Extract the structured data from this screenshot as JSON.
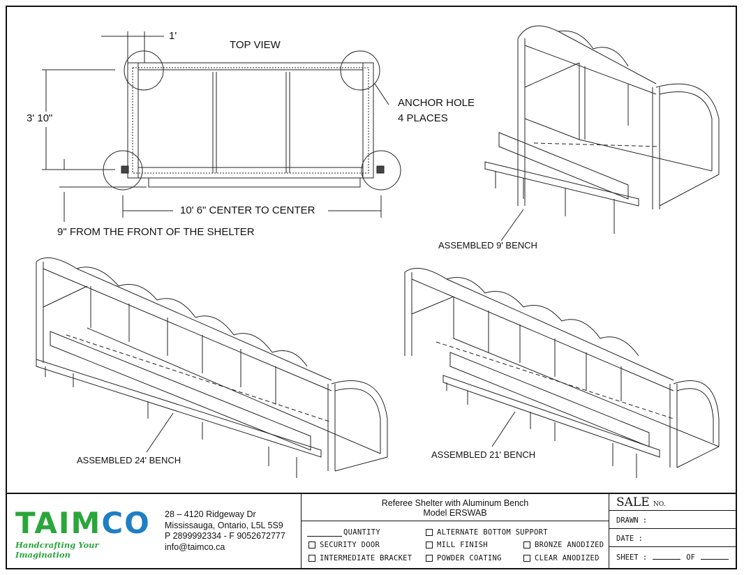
{
  "drawing": {
    "top_view": {
      "title": "TOP VIEW",
      "dim_post": "1'",
      "dim_depth": "3' 10\"",
      "dim_width": "10' 6\" CENTER TO CENTER",
      "dim_front": "9\" FROM THE FRONT OF THE SHELTER",
      "anchor_line1": "ANCHOR HOLE",
      "anchor_line2": "4 PLACES"
    },
    "views": {
      "bench_9": "ASSEMBLED 9' BENCH",
      "bench_24": "ASSEMBLED 24' BENCH",
      "bench_21": "ASSEMBLED 21' BENCH"
    }
  },
  "title_block": {
    "company": {
      "logo_part1": "TAIM",
      "logo_part2": "CO",
      "tagline": "Handcrafting Your Imagination",
      "address_line1": "28 – 4120 Ridgeway Dr",
      "address_line2": "Mississauga, Ontario, L5L 5S9",
      "phone_fax": "P 2899992334 - F 9052672777",
      "email": "info@taimco.ca"
    },
    "product": {
      "title_line1": "Referee Shelter with Aluminum Bench",
      "title_line2": "Model ERSWAB"
    },
    "options": {
      "quantity": "QUANTITY",
      "security_door": "SECURITY DOOR",
      "intermediate_bracket": "INTERMEDIATE BRACKET",
      "alternate_bottom_support": "ALTERNATE BOTTOM SUPPORT",
      "mill_finish": "MILL FINISH",
      "powder_coating": "POWDER COATING",
      "bronze_anodized": "BRONZE ANODIZED",
      "clear_anodized": "CLEAR ANODIZED"
    },
    "info": {
      "sale": "SALE",
      "sale_no": "NO.",
      "drawn": "DRAWN :",
      "date": "DATE :",
      "sheet": "SHEET :",
      "of": "OF"
    }
  }
}
